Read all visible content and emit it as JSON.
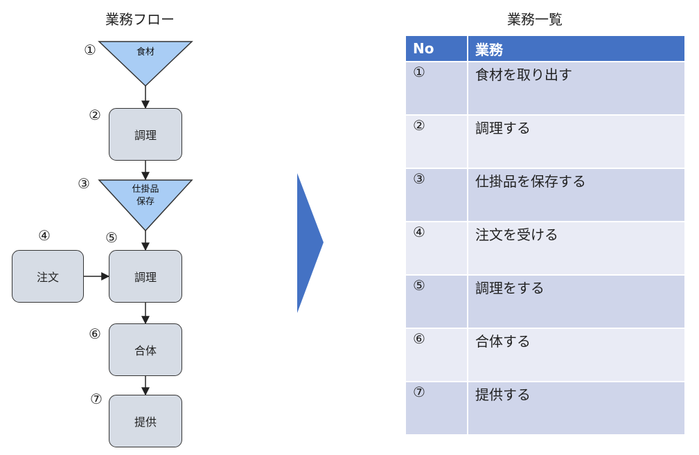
{
  "flow": {
    "title": "業務フロー",
    "nodes": [
      {
        "num": "①",
        "label_lines": [
          "食材"
        ],
        "shape": "triangle"
      },
      {
        "num": "②",
        "label_lines": [
          "調理"
        ],
        "shape": "box"
      },
      {
        "num": "③",
        "label_lines": [
          "仕掛品",
          "保存"
        ],
        "shape": "triangle"
      },
      {
        "num": "④",
        "label_lines": [
          "注文"
        ],
        "shape": "box"
      },
      {
        "num": "⑤",
        "label_lines": [
          "調理"
        ],
        "shape": "box"
      },
      {
        "num": "⑥",
        "label_lines": [
          "合体"
        ],
        "shape": "box"
      },
      {
        "num": "⑦",
        "label_lines": [
          "提供"
        ],
        "shape": "box"
      }
    ],
    "colors": {
      "triangle_fill": "#a9cdf5",
      "box_fill": "#d6dce5",
      "stroke": "#333333"
    }
  },
  "list": {
    "title": "業務一覧",
    "headers": {
      "no": "No",
      "task": "業務"
    },
    "rows": [
      {
        "no": "①",
        "task": "食材を取り出す"
      },
      {
        "no": "②",
        "task": "調理する"
      },
      {
        "no": "③",
        "task": "仕掛品を保存する"
      },
      {
        "no": "④",
        "task": "注文を受ける"
      },
      {
        "no": "⑤",
        "task": "調理をする"
      },
      {
        "no": "⑥",
        "task": "合体する"
      },
      {
        "no": "⑦",
        "task": "提供する"
      }
    ],
    "colors": {
      "header": "#4472c4",
      "row_odd": "#cfd5ea",
      "row_even": "#e9ebf5"
    }
  },
  "transition_arrow_color": "#4472c4"
}
